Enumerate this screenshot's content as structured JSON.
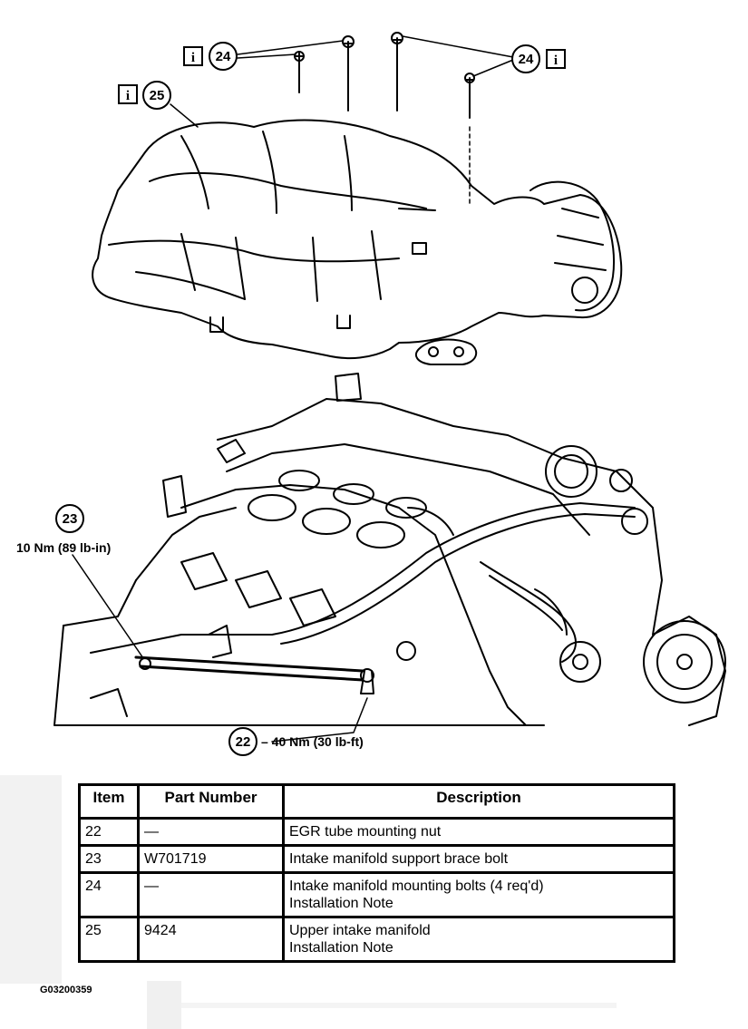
{
  "callouts": {
    "info_glyph": "i",
    "item24": "24",
    "item25": "25",
    "item23": "23",
    "item22": "22",
    "torque23": "10 Nm (89 lb-in)",
    "torque22": "40 Nm (30 lb-ft)"
  },
  "table": {
    "headers": [
      "Item",
      "Part Number",
      "Description"
    ],
    "rows": [
      {
        "item": "22",
        "part": "—",
        "desc": [
          "EGR tube mounting nut"
        ]
      },
      {
        "item": "23",
        "part": "W701719",
        "desc": [
          "Intake manifold support brace bolt"
        ]
      },
      {
        "item": "24",
        "part": "—",
        "desc": [
          "Intake manifold mounting bolts (4 req'd)",
          "Installation Note"
        ]
      },
      {
        "item": "25",
        "part": "9424",
        "desc": [
          "Upper intake manifold",
          "Installation Note"
        ]
      }
    ]
  },
  "figure_id": "G03200359"
}
